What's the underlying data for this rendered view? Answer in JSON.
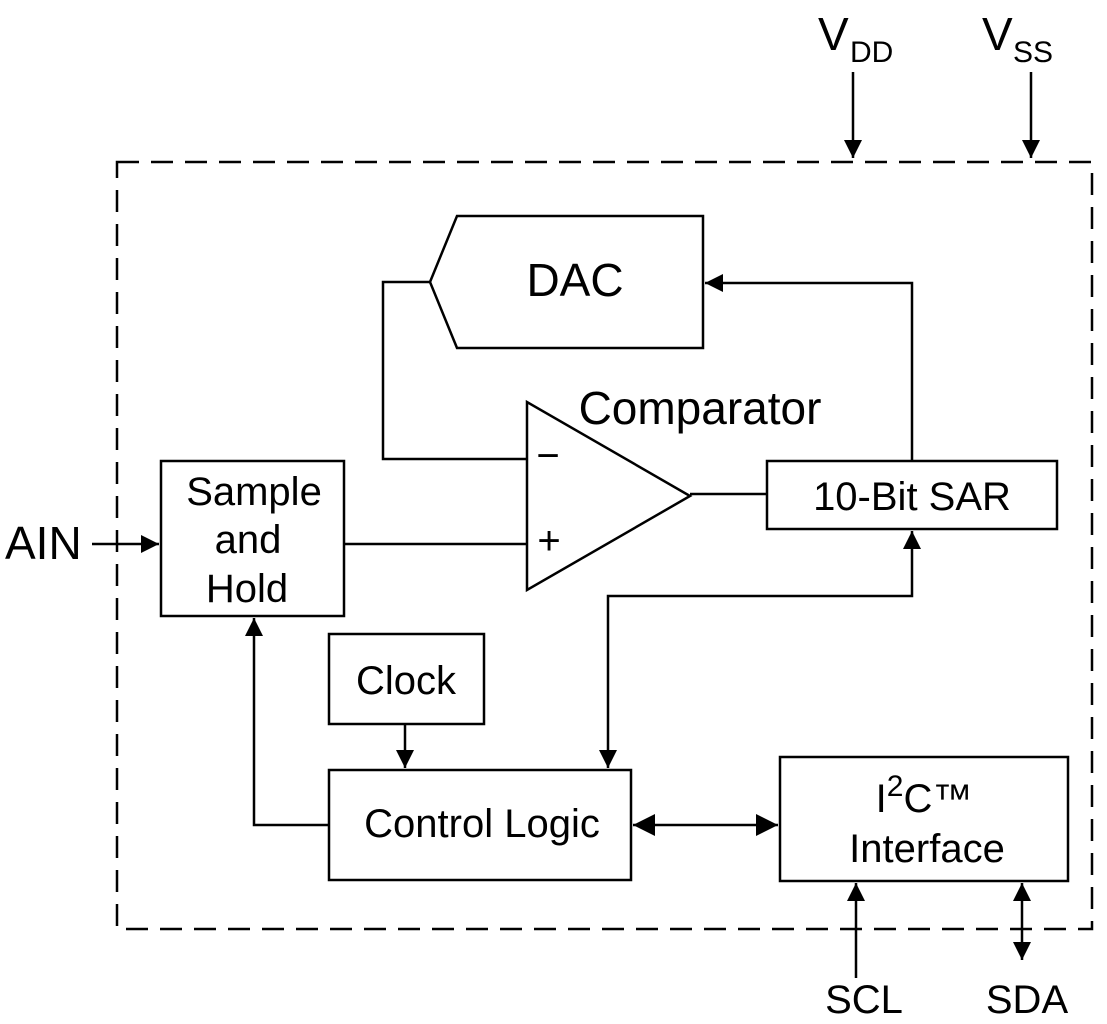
{
  "pins": {
    "vdd": {
      "main": "V",
      "sub": "DD"
    },
    "vss": {
      "main": "V",
      "sub": "SS"
    },
    "ain": "AIN",
    "scl": "SCL",
    "sda": "SDA"
  },
  "blocks": {
    "dac": "DAC",
    "comparator": "Comparator",
    "comparator_minus": "−",
    "comparator_plus": "+",
    "sar": "10-Bit SAR",
    "sample_hold": [
      "Sample",
      "and",
      "Hold"
    ],
    "clock": "Clock",
    "control_logic": "Control Logic",
    "i2c": {
      "prefix": "I",
      "sup": "2",
      "suffix": "C™",
      "line2": "Interface"
    }
  }
}
